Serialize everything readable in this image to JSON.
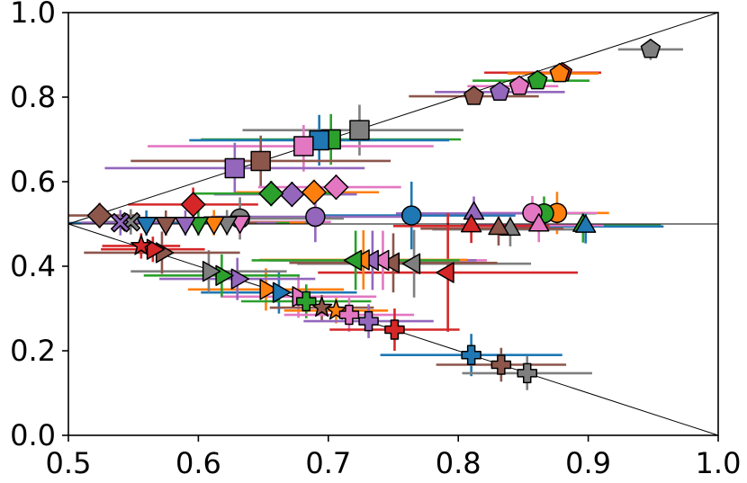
{
  "chart_data": {
    "type": "scatter",
    "title": "",
    "xlabel": "",
    "ylabel": "",
    "xlim": [
      0.5,
      1.0
    ],
    "ylim": [
      0.0,
      1.0
    ],
    "xticks": [
      "0.5",
      "0.6",
      "0.7",
      "0.8",
      "0.9",
      "1.0"
    ],
    "yticks": [
      "0.0",
      "0.2",
      "0.4",
      "0.6",
      "0.8",
      "1.0"
    ],
    "grid": false,
    "legend": "none",
    "reference_lines": [
      {
        "x": [
          0.5,
          1.0
        ],
        "y": [
          0.5,
          1.0
        ]
      },
      {
        "x": [
          0.5,
          1.0
        ],
        "y": [
          0.5,
          0.5
        ]
      },
      {
        "x": [
          0.5,
          1.0
        ],
        "y": [
          0.5,
          0.0
        ]
      }
    ],
    "palette": {
      "blue": "#1f77b4",
      "orange": "#ff7f0e",
      "green": "#2ca02c",
      "red": "#d62728",
      "purple": "#9467bd",
      "brown": "#8c564b",
      "pink": "#e377c2",
      "gray": "#7f7f7f"
    },
    "points": [
      {
        "marker": "pentagon",
        "color": "gray",
        "x": 0.948,
        "y": 0.913,
        "xerr": [
          0.025,
          0.025
        ],
        "yerr": [
          0.025,
          0.025
        ]
      },
      {
        "marker": "pentagon",
        "color": "red",
        "x": 0.88,
        "y": 0.858,
        "xerr": [
          0.06,
          0.03
        ],
        "yerr": [
          0.02,
          0.02
        ]
      },
      {
        "marker": "pentagon",
        "color": "orange",
        "x": 0.878,
        "y": 0.856,
        "xerr": [
          0.04,
          0.03
        ],
        "yerr": [
          0.02,
          0.02
        ]
      },
      {
        "marker": "pentagon",
        "color": "green",
        "x": 0.861,
        "y": 0.839,
        "xerr": [
          0.05,
          0.04
        ],
        "yerr": [
          0.02,
          0.02
        ]
      },
      {
        "marker": "pentagon",
        "color": "pink",
        "x": 0.847,
        "y": 0.826,
        "xerr": [
          0.04,
          0.03
        ],
        "yerr": [
          0.02,
          0.02
        ]
      },
      {
        "marker": "pentagon",
        "color": "purple",
        "x": 0.832,
        "y": 0.812,
        "xerr": [
          0.05,
          0.05
        ],
        "yerr": [
          0.02,
          0.02
        ]
      },
      {
        "marker": "pentagon",
        "color": "brown",
        "x": 0.812,
        "y": 0.802,
        "xerr": [
          0.05,
          0.05
        ],
        "yerr": [
          0.02,
          0.02
        ]
      },
      {
        "marker": "square",
        "color": "gray",
        "x": 0.724,
        "y": 0.722,
        "xerr": [
          0.09,
          0.08
        ],
        "yerr": [
          0.06,
          0.06
        ]
      },
      {
        "marker": "square",
        "color": "green",
        "x": 0.702,
        "y": 0.7,
        "xerr": [
          0.1,
          0.1
        ],
        "yerr": [
          0.06,
          0.06
        ]
      },
      {
        "marker": "square",
        "color": "blue",
        "x": 0.693,
        "y": 0.698,
        "xerr": [
          0.1,
          0.1
        ],
        "yerr": [
          0.06,
          0.06
        ]
      },
      {
        "marker": "square",
        "color": "pink",
        "x": 0.681,
        "y": 0.684,
        "xerr": [
          0.12,
          0.1
        ],
        "yerr": [
          0.06,
          0.05
        ]
      },
      {
        "marker": "square",
        "color": "brown",
        "x": 0.648,
        "y": 0.649,
        "xerr": [
          0.1,
          0.1
        ],
        "yerr": [
          0.06,
          0.06
        ]
      },
      {
        "marker": "square",
        "color": "purple",
        "x": 0.628,
        "y": 0.632,
        "xerr": [
          0.1,
          0.1
        ],
        "yerr": [
          0.06,
          0.06
        ]
      },
      {
        "marker": "diamond",
        "color": "pink",
        "x": 0.706,
        "y": 0.587,
        "xerr": [
          0.06,
          0.05
        ],
        "yerr": [
          0.03,
          0.03
        ]
      },
      {
        "marker": "diamond",
        "color": "orange",
        "x": 0.689,
        "y": 0.575,
        "xerr": [
          0.06,
          0.05
        ],
        "yerr": [
          0.03,
          0.03
        ]
      },
      {
        "marker": "diamond",
        "color": "purple",
        "x": 0.672,
        "y": 0.57,
        "xerr": [
          0.06,
          0.05
        ],
        "yerr": [
          0.03,
          0.03
        ]
      },
      {
        "marker": "diamond",
        "color": "green",
        "x": 0.656,
        "y": 0.572,
        "xerr": [
          0.06,
          0.05
        ],
        "yerr": [
          0.03,
          0.03
        ]
      },
      {
        "marker": "diamond",
        "color": "red",
        "x": 0.596,
        "y": 0.546,
        "xerr": [
          0.05,
          0.05
        ],
        "yerr": [
          0.04,
          0.04
        ]
      },
      {
        "marker": "diamond",
        "color": "brown",
        "x": 0.524,
        "y": 0.52,
        "xerr": [
          0.03,
          0.03
        ],
        "yerr": [
          0.03,
          0.03
        ]
      },
      {
        "marker": "circle",
        "color": "orange",
        "x": 0.876,
        "y": 0.526,
        "xerr": [
          0.05,
          0.04
        ],
        "yerr": [
          0.05,
          0.05
        ]
      },
      {
        "marker": "circle",
        "color": "green",
        "x": 0.866,
        "y": 0.525,
        "xerr": [
          0.05,
          0.04
        ],
        "yerr": [
          0.04,
          0.04
        ]
      },
      {
        "marker": "circle",
        "color": "pink",
        "x": 0.857,
        "y": 0.526,
        "xerr": [
          0.05,
          0.05
        ],
        "yerr": [
          0.04,
          0.04
        ]
      },
      {
        "marker": "circle",
        "color": "blue",
        "x": 0.764,
        "y": 0.52,
        "xerr": [
          0.08,
          0.08
        ],
        "yerr": [
          0.08,
          0.08
        ]
      },
      {
        "marker": "circle",
        "color": "purple",
        "x": 0.69,
        "y": 0.517,
        "xerr": [
          0.08,
          0.08
        ],
        "yerr": [
          0.06,
          0.06
        ]
      },
      {
        "marker": "circle",
        "color": "gray",
        "x": 0.632,
        "y": 0.513,
        "xerr": [
          0.08,
          0.08
        ],
        "yerr": [
          0.05,
          0.05
        ]
      },
      {
        "marker": "triangle-down",
        "color": "pink",
        "x": 0.632,
        "y": 0.505,
        "xerr": [
          0.08,
          0.07
        ],
        "yerr": [
          0.03,
          0.03
        ]
      },
      {
        "marker": "triangle-down",
        "color": "gray",
        "x": 0.622,
        "y": 0.503,
        "xerr": [
          0.08,
          0.07
        ],
        "yerr": [
          0.03,
          0.03
        ]
      },
      {
        "marker": "triangle-down",
        "color": "orange",
        "x": 0.612,
        "y": 0.503,
        "xerr": [
          0.08,
          0.07
        ],
        "yerr": [
          0.03,
          0.03
        ]
      },
      {
        "marker": "triangle-down",
        "color": "green",
        "x": 0.6,
        "y": 0.502,
        "xerr": [
          0.08,
          0.07
        ],
        "yerr": [
          0.03,
          0.03
        ]
      },
      {
        "marker": "triangle-down",
        "color": "purple",
        "x": 0.59,
        "y": 0.502,
        "xerr": [
          0.08,
          0.07
        ],
        "yerr": [
          0.03,
          0.03
        ]
      },
      {
        "marker": "triangle-down",
        "color": "brown",
        "x": 0.575,
        "y": 0.502,
        "xerr": [
          0.08,
          0.07
        ],
        "yerr": [
          0.03,
          0.03
        ]
      },
      {
        "marker": "triangle-down",
        "color": "blue",
        "x": 0.56,
        "y": 0.502,
        "xerr": [
          0.06,
          0.06
        ],
        "yerr": [
          0.03,
          0.03
        ]
      },
      {
        "marker": "x",
        "color": "gray",
        "x": 0.548,
        "y": 0.505,
        "xerr": [
          0.03,
          0.03
        ],
        "yerr": [
          0.03,
          0.03
        ]
      },
      {
        "marker": "x",
        "color": "purple",
        "x": 0.54,
        "y": 0.503,
        "xerr": [
          0.03,
          0.03
        ],
        "yerr": [
          0.03,
          0.03
        ]
      },
      {
        "marker": "triangle-up",
        "color": "green",
        "x": 0.896,
        "y": 0.496,
        "xerr": [
          0.07,
          0.06
        ],
        "yerr": [
          0.04,
          0.03
        ]
      },
      {
        "marker": "triangle-up",
        "color": "blue",
        "x": 0.898,
        "y": 0.494,
        "xerr": [
          0.07,
          0.06
        ],
        "yerr": [
          0.04,
          0.03
        ]
      },
      {
        "marker": "triangle-up",
        "color": "pink",
        "x": 0.862,
        "y": 0.497,
        "xerr": [
          0.06,
          0.05
        ],
        "yerr": [
          0.04,
          0.03
        ]
      },
      {
        "marker": "triangle-up",
        "color": "gray",
        "x": 0.84,
        "y": 0.487,
        "xerr": [
          0.06,
          0.05
        ],
        "yerr": [
          0.04,
          0.03
        ]
      },
      {
        "marker": "triangle-up",
        "color": "brown",
        "x": 0.831,
        "y": 0.489,
        "xerr": [
          0.06,
          0.05
        ],
        "yerr": [
          0.04,
          0.03
        ]
      },
      {
        "marker": "triangle-up",
        "color": "purple",
        "x": 0.812,
        "y": 0.525,
        "xerr": [
          0.06,
          0.06
        ],
        "yerr": [
          0.04,
          0.04
        ]
      },
      {
        "marker": "triangle-up",
        "color": "red",
        "x": 0.81,
        "y": 0.495,
        "xerr": [
          0.06,
          0.06
        ],
        "yerr": [
          0.04,
          0.04
        ]
      },
      {
        "marker": "triangle-left",
        "color": "red",
        "x": 0.792,
        "y": 0.385,
        "xerr": [
          0.1,
          0.1
        ],
        "yerr": [
          0.14,
          0.14
        ]
      },
      {
        "marker": "triangle-left",
        "color": "gray",
        "x": 0.766,
        "y": 0.406,
        "xerr": [
          0.09,
          0.09
        ],
        "yerr": [
          0.08,
          0.08
        ]
      },
      {
        "marker": "triangle-left",
        "color": "brown",
        "x": 0.75,
        "y": 0.408,
        "xerr": [
          0.08,
          0.08
        ],
        "yerr": [
          0.07,
          0.07
        ]
      },
      {
        "marker": "triangle-left",
        "color": "pink",
        "x": 0.742,
        "y": 0.414,
        "xerr": [
          0.08,
          0.08
        ],
        "yerr": [
          0.07,
          0.07
        ]
      },
      {
        "marker": "triangle-left",
        "color": "purple",
        "x": 0.734,
        "y": 0.414,
        "xerr": [
          0.08,
          0.08
        ],
        "yerr": [
          0.07,
          0.07
        ]
      },
      {
        "marker": "triangle-left",
        "color": "orange",
        "x": 0.727,
        "y": 0.415,
        "xerr": [
          0.08,
          0.08
        ],
        "yerr": [
          0.07,
          0.07
        ]
      },
      {
        "marker": "triangle-left",
        "color": "green",
        "x": 0.721,
        "y": 0.414,
        "xerr": [
          0.08,
          0.08
        ],
        "yerr": [
          0.07,
          0.07
        ]
      },
      {
        "marker": "triangle-right",
        "color": "pink",
        "x": 0.677,
        "y": 0.328,
        "xerr": [
          0.06,
          0.06
        ],
        "yerr": [
          0.05,
          0.05
        ]
      },
      {
        "marker": "triangle-right",
        "color": "orange",
        "x": 0.652,
        "y": 0.345,
        "xerr": [
          0.06,
          0.06
        ],
        "yerr": [
          0.05,
          0.05
        ]
      },
      {
        "marker": "triangle-right",
        "color": "blue",
        "x": 0.662,
        "y": 0.338,
        "xerr": [
          0.06,
          0.06
        ],
        "yerr": [
          0.05,
          0.05
        ]
      },
      {
        "marker": "triangle-right",
        "color": "purple",
        "x": 0.63,
        "y": 0.37,
        "xerr": [
          0.06,
          0.06
        ],
        "yerr": [
          0.05,
          0.05
        ]
      },
      {
        "marker": "triangle-right",
        "color": "green",
        "x": 0.618,
        "y": 0.378,
        "xerr": [
          0.06,
          0.06
        ],
        "yerr": [
          0.05,
          0.05
        ]
      },
      {
        "marker": "triangle-right",
        "color": "gray",
        "x": 0.608,
        "y": 0.388,
        "xerr": [
          0.06,
          0.06
        ],
        "yerr": [
          0.05,
          0.05
        ]
      },
      {
        "marker": "triangle-right",
        "color": "brown",
        "x": 0.572,
        "y": 0.432,
        "xerr": [
          0.06,
          0.06
        ],
        "yerr": [
          0.05,
          0.05
        ]
      },
      {
        "marker": "triangle-right",
        "color": "red",
        "x": 0.565,
        "y": 0.44,
        "xerr": [
          0.04,
          0.04
        ],
        "yerr": [
          0.03,
          0.03
        ]
      },
      {
        "marker": "star",
        "color": "orange",
        "x": 0.706,
        "y": 0.295,
        "xerr": [
          0.04,
          0.04
        ],
        "yerr": [
          0.03,
          0.03
        ]
      },
      {
        "marker": "star",
        "color": "brown",
        "x": 0.695,
        "y": 0.302,
        "xerr": [
          0.04,
          0.04
        ],
        "yerr": [
          0.03,
          0.03
        ]
      },
      {
        "marker": "star",
        "color": "red",
        "x": 0.556,
        "y": 0.448,
        "xerr": [
          0.03,
          0.03
        ],
        "yerr": [
          0.03,
          0.03
        ]
      },
      {
        "marker": "plus",
        "color": "green",
        "x": 0.683,
        "y": 0.317,
        "xerr": [
          0.05,
          0.05
        ],
        "yerr": [
          0.04,
          0.04
        ]
      },
      {
        "marker": "plus",
        "color": "pink",
        "x": 0.716,
        "y": 0.285,
        "xerr": [
          0.05,
          0.05
        ],
        "yerr": [
          0.04,
          0.04
        ]
      },
      {
        "marker": "plus",
        "color": "purple",
        "x": 0.731,
        "y": 0.27,
        "xerr": [
          0.05,
          0.05
        ],
        "yerr": [
          0.04,
          0.04
        ]
      },
      {
        "marker": "plus",
        "color": "red",
        "x": 0.751,
        "y": 0.25,
        "xerr": [
          0.05,
          0.05
        ],
        "yerr": [
          0.05,
          0.05
        ]
      },
      {
        "marker": "plus",
        "color": "blue",
        "x": 0.81,
        "y": 0.19,
        "xerr": [
          0.07,
          0.07
        ],
        "yerr": [
          0.05,
          0.05
        ]
      },
      {
        "marker": "plus",
        "color": "brown",
        "x": 0.833,
        "y": 0.167,
        "xerr": [
          0.05,
          0.05
        ],
        "yerr": [
          0.04,
          0.04
        ]
      },
      {
        "marker": "plus",
        "color": "gray",
        "x": 0.853,
        "y": 0.147,
        "xerr": [
          0.05,
          0.05
        ],
        "yerr": [
          0.04,
          0.04
        ]
      }
    ]
  }
}
